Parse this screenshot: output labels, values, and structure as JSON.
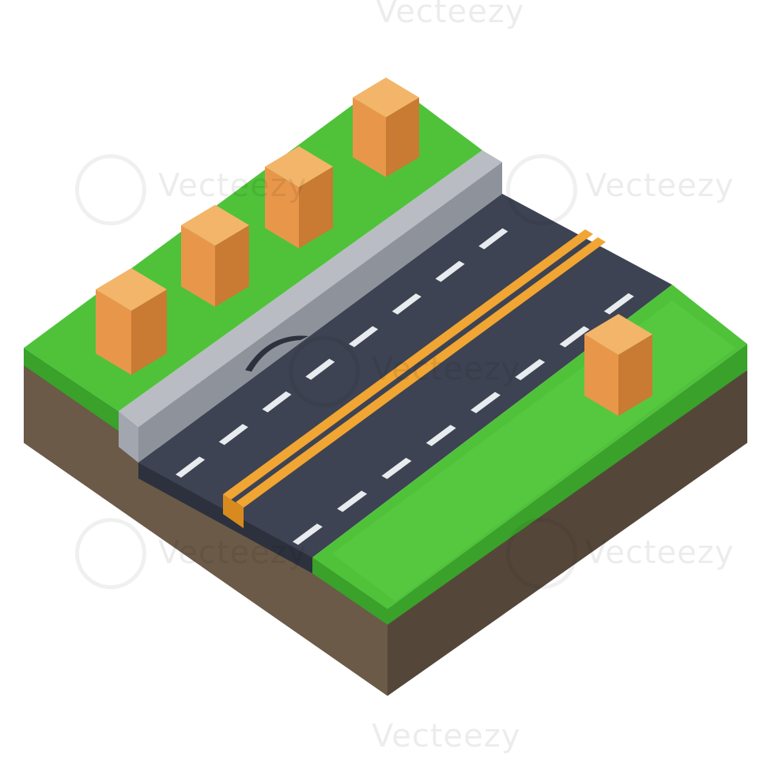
{
  "watermark": {
    "text": "Vecteezy"
  },
  "colors": {
    "grass_top": "#4fc23a",
    "grass_light": "#6fd84f",
    "grass_side": "#3aa12a",
    "soil": "#6b5a48",
    "soil_dark": "#54473a",
    "asphalt": "#3d4352",
    "asphalt_light": "#4a5163",
    "curb_top": "#b9bcc3",
    "curb_side": "#8e929b",
    "lane_line": "#e9ecef",
    "center_line": "#f1a533",
    "box_top": "#f3b56a",
    "box_left": "#e8974a",
    "box_right": "#c97a33"
  },
  "scene": {
    "boxes_left_count": 4,
    "boxes_right_count": 1
  }
}
